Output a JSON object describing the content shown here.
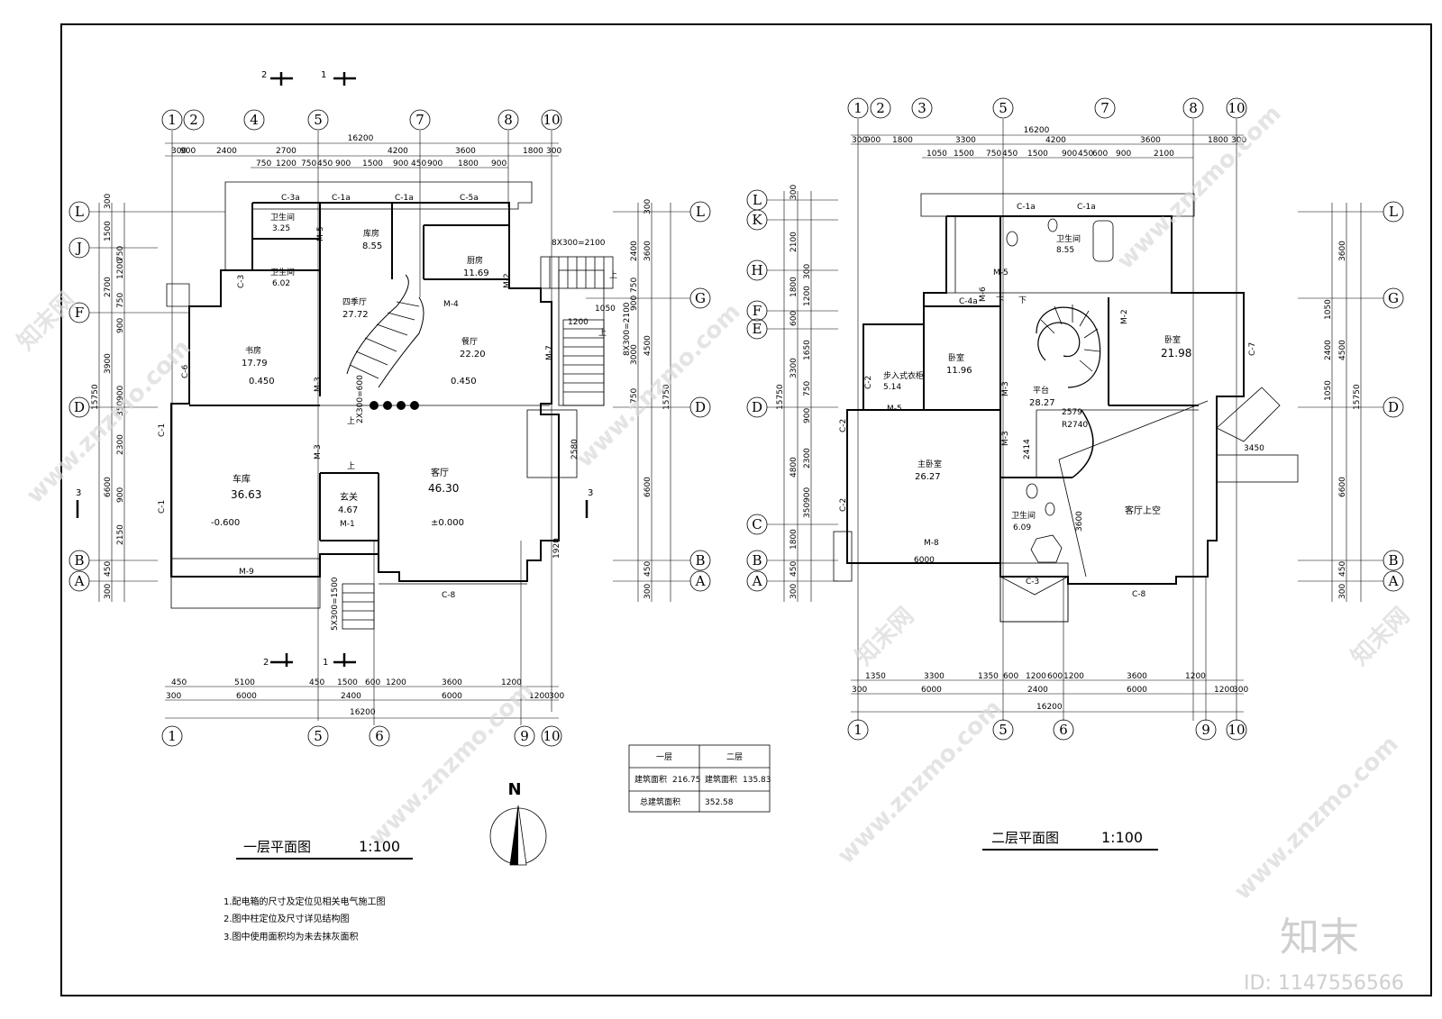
{
  "plans": {
    "first": {
      "title": "一层平面图",
      "scale": "1:100",
      "top_axes": [
        "1",
        "2",
        "4",
        "5",
        "7",
        "8",
        "10"
      ],
      "bottom_axes": [
        "1",
        "5",
        "6",
        "9",
        "10"
      ],
      "left_axes": [
        "L",
        "J",
        "F",
        "D",
        "B",
        "A"
      ],
      "right_axes": [
        "L",
        "G",
        "D",
        "B",
        "A"
      ],
      "top_dims_row1": [
        "16200"
      ],
      "top_dims_row2": [
        "300",
        "900",
        "2400",
        "2700",
        "4200",
        "3600",
        "1800",
        "300"
      ],
      "top_dims_row3": [
        "750",
        "1200",
        "750",
        "450",
        "900",
        "1500",
        "900",
        "450",
        "900",
        "1800",
        "900"
      ],
      "bottom_dims_row1": [
        "450",
        "5100",
        "450",
        "1500",
        "600",
        "1200",
        "3600",
        "1200"
      ],
      "bottom_dims_row2": [
        "300",
        "6000",
        "2400",
        "6000",
        "1200",
        "300"
      ],
      "bottom_dims_row3": [
        "16200"
      ],
      "left_dims": [
        "15750",
        "300",
        "1500",
        "750",
        "2700",
        "1200",
        "750",
        "900",
        "3900",
        "900",
        "350",
        "6600",
        "2300",
        "900",
        "2150",
        "450",
        "300"
      ],
      "right_dims": [
        "15750",
        "300",
        "2400",
        "3600",
        "750",
        "900",
        "4500",
        "3000",
        "750",
        "6600",
        "450",
        "300"
      ],
      "rooms": [
        {
          "name": "卫生间",
          "area": "3.25"
        },
        {
          "name": "卫生间",
          "area": "6.02"
        },
        {
          "name": "库房",
          "area": "8.55"
        },
        {
          "name": "厨房",
          "area": "11.69"
        },
        {
          "name": "四季厅",
          "area": "27.72"
        },
        {
          "name": "书房",
          "area": "17.79"
        },
        {
          "name": "餐厅",
          "area": "22.20"
        },
        {
          "name": "车库",
          "area": "36.63"
        },
        {
          "name": "玄关",
          "area": "4.67"
        },
        {
          "name": "客厅",
          "area": "46.30"
        }
      ],
      "levels": [
        "0.450",
        "0.450",
        "-0.600",
        "±0.000"
      ],
      "labels": [
        "C-3a",
        "C-1a",
        "C-1a",
        "C-5a",
        "C-3",
        "C-6",
        "C-1",
        "C-1",
        "C-8",
        "M-1",
        "M-2",
        "M-3",
        "M-3",
        "M-4",
        "M-5",
        "M-7",
        "M-9",
        "8X300=2100",
        "8X300=2100",
        "2X300=600",
        "5X300=1500",
        "1050",
        "1200",
        "2580",
        "1920",
        "上",
        "上",
        "上",
        "上"
      ],
      "section_marks": [
        "1",
        "2",
        "3",
        "1",
        "2",
        "3"
      ]
    },
    "second": {
      "title": "二层平面图",
      "scale": "1:100",
      "top_axes": [
        "1",
        "2",
        "3",
        "5",
        "7",
        "8",
        "10"
      ],
      "bottom_axes": [
        "1",
        "5",
        "6",
        "9",
        "10"
      ],
      "left_axes": [
        "L",
        "K",
        "H",
        "F",
        "E",
        "D",
        "C",
        "B",
        "A"
      ],
      "right_axes": [
        "L",
        "G",
        "D",
        "B",
        "A"
      ],
      "top_dims_row1": [
        "16200"
      ],
      "top_dims_row2": [
        "300",
        "900",
        "1800",
        "3300",
        "4200",
        "3600",
        "1800",
        "300"
      ],
      "top_dims_row3": [
        "1050",
        "1500",
        "750",
        "450",
        "1500",
        "900",
        "450",
        "600",
        "900",
        "2100"
      ],
      "bottom_dims_row1": [
        "1350",
        "3300",
        "1350",
        "600",
        "1200",
        "600",
        "1200",
        "3600",
        "1200"
      ],
      "bottom_dims_row2": [
        "300",
        "6000",
        "2400",
        "6000",
        "1200",
        "300"
      ],
      "bottom_dims_row3": [
        "16200"
      ],
      "left_dims": [
        "15750",
        "300",
        "2100",
        "1800",
        "300",
        "1200",
        "600",
        "1650",
        "3300",
        "750",
        "900",
        "4800",
        "2300",
        "350",
        "900",
        "1800",
        "450",
        "300"
      ],
      "right_dims": [
        "15750",
        "3600",
        "1050",
        "2400",
        "4500",
        "1050",
        "6600",
        "450",
        "300"
      ],
      "rooms": [
        {
          "name": "卫生间",
          "area": "8.55"
        },
        {
          "name": "卧室",
          "area": "11.96"
        },
        {
          "name": "步入式衣柜",
          "area": "5.14"
        },
        {
          "name": "平台",
          "area": "28.27"
        },
        {
          "name": "卧室",
          "area": "21.98"
        },
        {
          "name": "主卧室",
          "area": "26.27"
        },
        {
          "name": "卫生间",
          "area": "6.09"
        },
        {
          "name": "客厅上空",
          "area": ""
        }
      ],
      "labels": [
        "C-1a",
        "C-1a",
        "C-4a",
        "C-2",
        "C-2",
        "C-2",
        "C-7",
        "C-8",
        "C-3",
        "M-2",
        "M-3",
        "M-3",
        "M-5",
        "M-5",
        "M-6",
        "M-8",
        "R2740",
        "2579",
        "2414",
        "3450",
        "3600",
        "6000",
        "下",
        "下"
      ]
    }
  },
  "area_table": {
    "headers": [
      "一层",
      "二层"
    ],
    "row1": [
      "建筑面积",
      "216.75",
      "建筑面积",
      "135.83"
    ],
    "row2_label": "总建筑面积",
    "row2_value": "352.58"
  },
  "north_label": "N",
  "notes": [
    "1.配电箱的尺寸及定位见相关电气施工图",
    "2.图中柱定位及尺寸详见结构图",
    "3.图中使用面积均为未去抹灰面积"
  ],
  "watermark": {
    "brand": "知末",
    "site": "www.znzmo.com",
    "site_cn": "知末网",
    "id": "ID: 1147556566"
  }
}
